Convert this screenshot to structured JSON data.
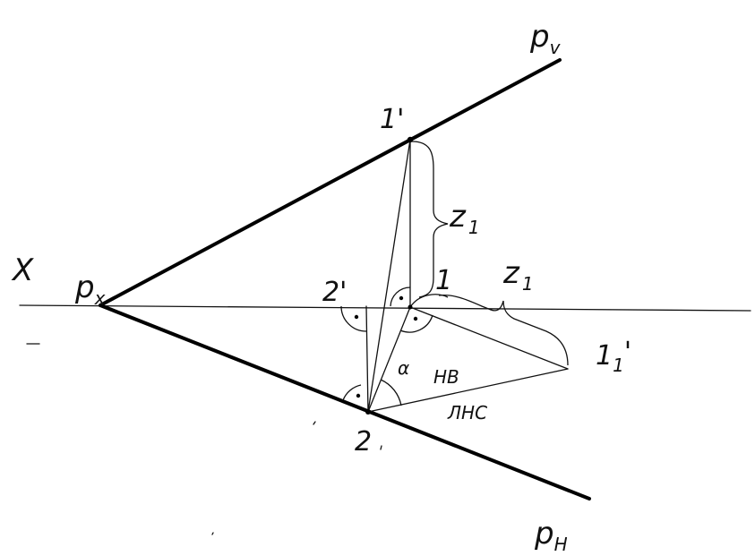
{
  "labels": {
    "axis_x": "X",
    "px": {
      "main": "p",
      "sub": "x"
    },
    "pv": {
      "main": "p",
      "sub": "v"
    },
    "ph": {
      "main": "p",
      "sub": "H"
    },
    "point_1_prime": "1'",
    "point_2_prime": "2'",
    "point_1": "1",
    "point_2": "2",
    "point_1_1_prime": {
      "main": "1",
      "sub": "1",
      "mark": "'"
    },
    "z1_vertical": {
      "main": "z",
      "sub": "1"
    },
    "z1_horizontal": {
      "main": "z",
      "sub": "1"
    },
    "angle": "α",
    "hb": "HB",
    "lhc": "ЛHC"
  }
}
